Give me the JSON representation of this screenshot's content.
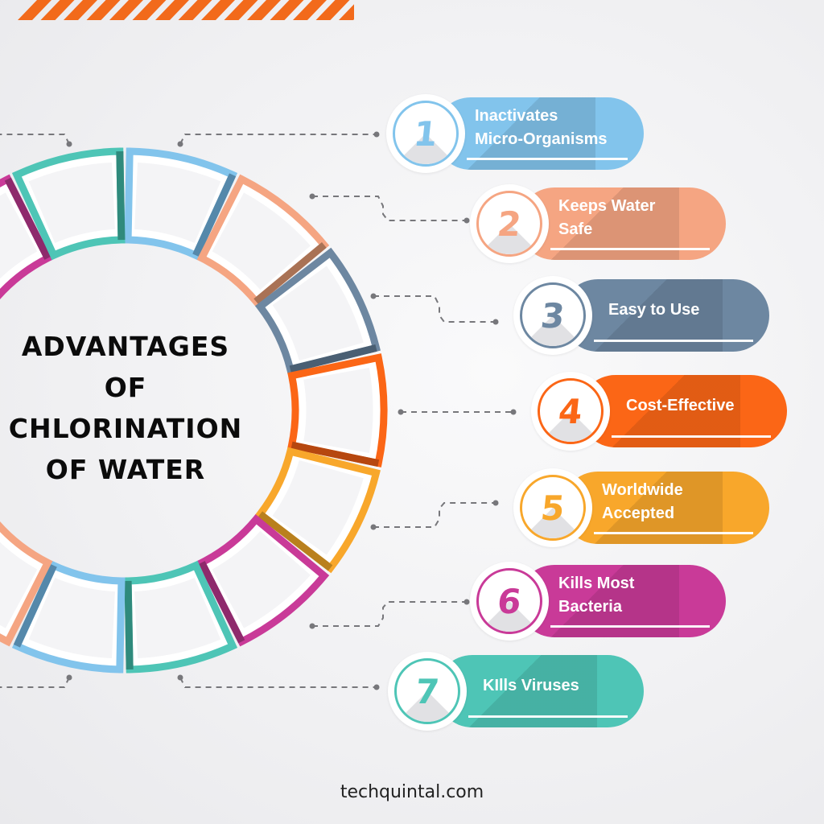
{
  "title": {
    "lines": [
      "ADVANTAGES",
      "OF",
      "CHLORINATION",
      "OF WATER"
    ]
  },
  "colors": {
    "stripes": "#f26a1b",
    "text_dark": "#0b0b0b"
  },
  "items": [
    {
      "number": "1",
      "label_lines": [
        "Inactivates",
        "Micro-Organisms"
      ],
      "color": "#82c4ec"
    },
    {
      "number": "2",
      "label_lines": [
        "Keeps Water",
        "Safe"
      ],
      "color": "#f5a582"
    },
    {
      "number": "3",
      "label_lines": [
        "Easy to Use"
      ],
      "color": "#6d87a1"
    },
    {
      "number": "4",
      "label_lines": [
        "Cost-Effective"
      ],
      "color": "#fb6616"
    },
    {
      "number": "5",
      "label_lines": [
        "Worldwide",
        "Accepted"
      ],
      "color": "#f8a72b"
    },
    {
      "number": "6",
      "label_lines": [
        "Kills Most",
        "Bacteria"
      ],
      "color": "#c93a98"
    },
    {
      "number": "7",
      "label_lines": [
        "KIlls Viruses"
      ],
      "color": "#4ec5b6"
    }
  ],
  "wheel_segments": [
    {
      "color": "#82c4ec",
      "dark": "#5588aa"
    },
    {
      "color": "#f5a582",
      "dark": "#a97255"
    },
    {
      "color": "#6d87a1",
      "dark": "#4a5f73"
    },
    {
      "color": "#fb6616",
      "dark": "#b6470f"
    },
    {
      "color": "#f8a72b",
      "dark": "#b9801d"
    },
    {
      "color": "#c93a98",
      "dark": "#8e2a6c"
    },
    {
      "color": "#4ec5b6",
      "dark": "#2f8a7c"
    },
    {
      "color": "#82c4ec",
      "dark": "#5588aa"
    },
    {
      "color": "#f5a582",
      "dark": "#a97255"
    },
    {
      "color": "#6d87a1",
      "dark": "#4a5f73"
    },
    {
      "color": "#fb6616",
      "dark": "#b6470f"
    },
    {
      "color": "#f8a72b",
      "dark": "#b9801d"
    },
    {
      "color": "#c93a98",
      "dark": "#8e2a6c"
    },
    {
      "color": "#4ec5b6",
      "dark": "#2f8a7c"
    }
  ],
  "footer": {
    "site": "techquintal.com"
  }
}
